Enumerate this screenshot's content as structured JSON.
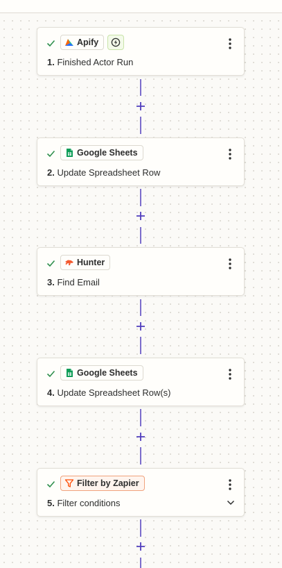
{
  "colors": {
    "accent": "#503ebd",
    "check": "#2e8f4c",
    "filter": "#ff4a00"
  },
  "steps": [
    {
      "number": "1.",
      "app": "Apify",
      "title": "Finished Actor Run",
      "app_icon": "apify-icon",
      "has_bolt_badge": true,
      "bolt_icon": "instant-trigger-bolt-icon"
    },
    {
      "number": "2.",
      "app": "Google Sheets",
      "title": "Update Spreadsheet Row",
      "app_icon": "google-sheets-icon"
    },
    {
      "number": "3.",
      "app": "Hunter",
      "title": "Find Email",
      "app_icon": "hunter-icon"
    },
    {
      "number": "4.",
      "app": "Google Sheets",
      "title": "Update Spreadsheet Row(s)",
      "app_icon": "google-sheets-icon"
    },
    {
      "number": "5.",
      "app": "Filter by Zapier",
      "title": "Filter conditions",
      "app_icon": "filter-icon",
      "expandable": true
    }
  ],
  "connectors": [
    {
      "icon": "add-step-plus-icon"
    },
    {
      "icon": "add-step-plus-icon"
    },
    {
      "icon": "add-step-plus-icon"
    },
    {
      "icon": "add-step-plus-icon"
    },
    {
      "icon": "add-step-plus-icon"
    }
  ]
}
